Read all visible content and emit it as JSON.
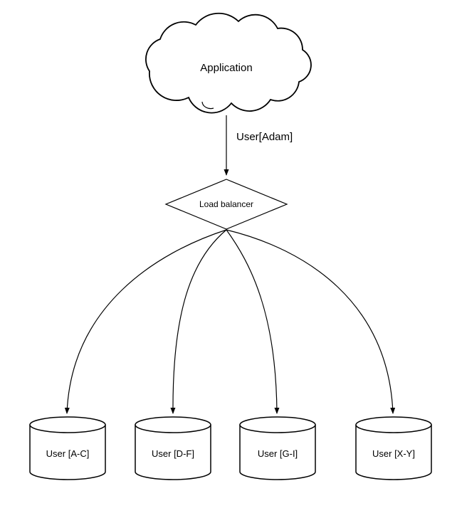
{
  "diagram": {
    "application": {
      "label": "Application"
    },
    "flow_edge": {
      "label": "User[Adam]"
    },
    "load_balancer": {
      "label": "Load balancer"
    },
    "shards": [
      {
        "label": "User [A-C]"
      },
      {
        "label": "User [D-F]"
      },
      {
        "label": "User [G-I]"
      },
      {
        "label": "User [X-Y]"
      }
    ],
    "colors": {
      "stroke": "#000000",
      "fill": "#ffffff",
      "background": "#ffffff"
    }
  }
}
